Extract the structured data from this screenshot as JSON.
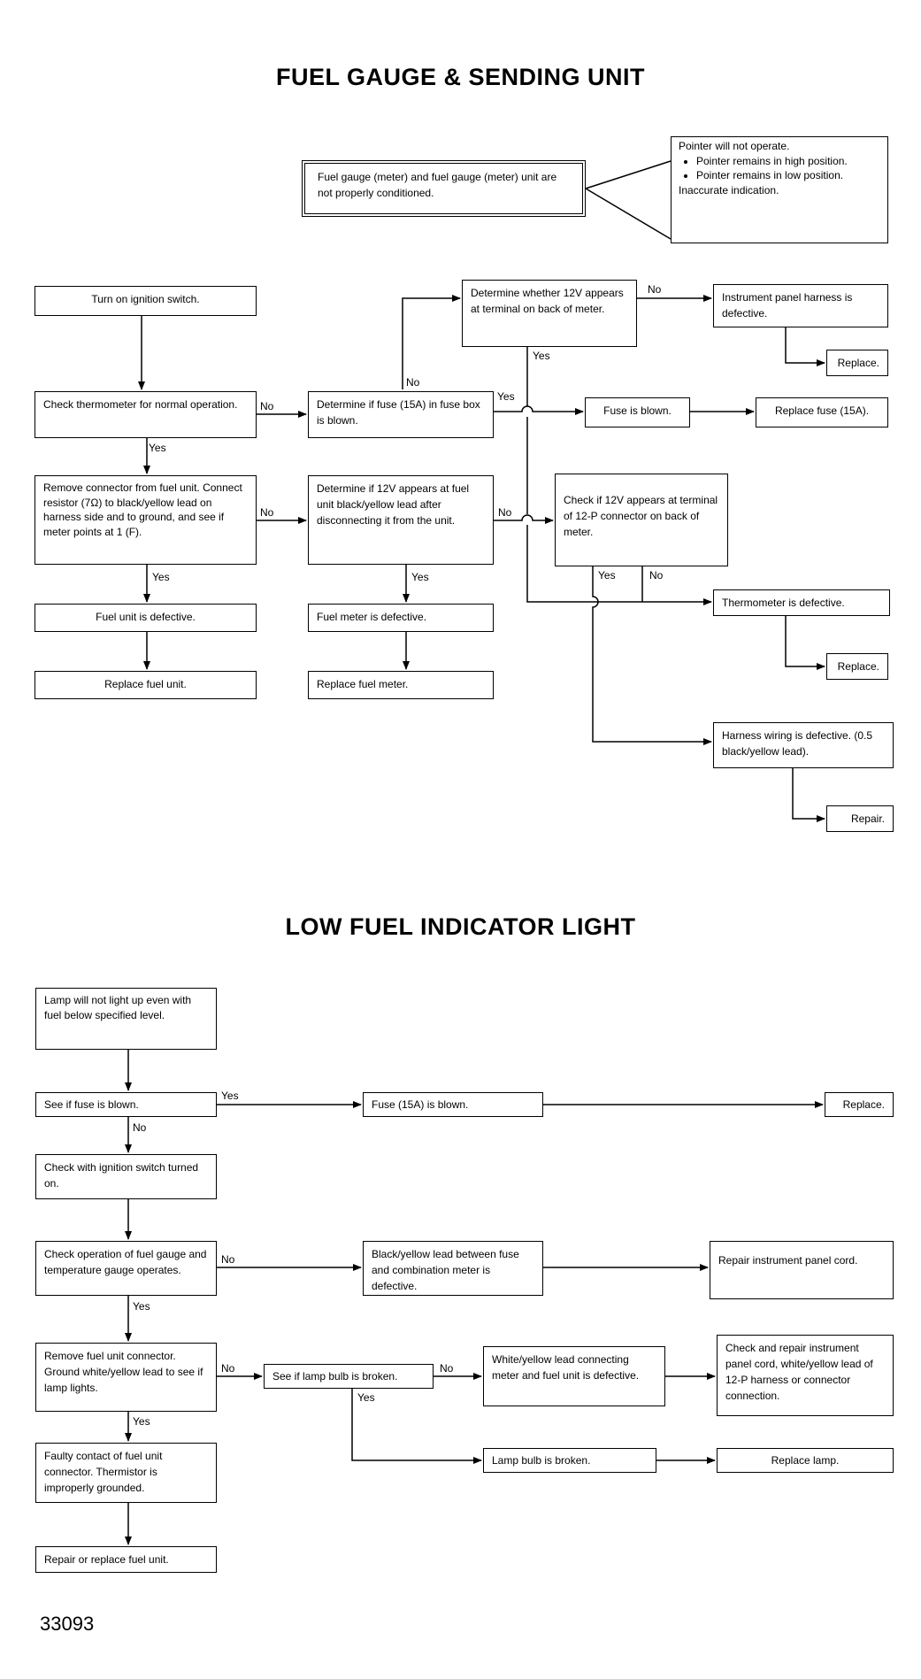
{
  "fuel_gauge": {
    "title": "FUEL GAUGE & SENDING UNIT",
    "summary": "Fuel gauge (meter) and fuel gauge (meter) unit are not properly conditioned.",
    "symptoms": {
      "line1": "Pointer will not operate.",
      "bullets": [
        "Pointer remains in high position.",
        "Pointer remains in low position."
      ],
      "line2": "Inaccurate indication."
    },
    "boxes": {
      "ignition": "Turn on ignition switch.",
      "thermo_check": "Check thermometer for normal operation.",
      "remove_connector": "Remove connector from fuel unit. Connect resistor (7Ω) to black/yellow lead on harness side and to ground, and see if meter points at 1 (F).",
      "fuel_unit_defective": "Fuel unit is defective.",
      "replace_fuel_unit": "Replace fuel unit.",
      "fuse_check": "Determine if fuse (15A) in fuse box is blown.",
      "twelve_v_unit": "Determine if 12V appears at fuel unit black/yellow lead after disconnecting it from the unit.",
      "meter_defective": "Fuel meter is defective.",
      "replace_meter": "Replace fuel meter.",
      "twelve_v_meter": "Determine whether 12V appears at terminal on back of meter.",
      "harness_defective": "Instrument panel harness is defective.",
      "replace_1": "Replace.",
      "fuse_blown": "Fuse is blown.",
      "replace_fuse": "Replace fuse (15A).",
      "twelve_v_connector": "Check if 12V appears at terminal of 12-P connector on back of meter.",
      "thermometer_defective": "Thermometer is defective.",
      "replace_2": "Replace.",
      "wiring_defective": "Harness wiring is defective. (0.5 black/yellow lead).",
      "repair": "Repair."
    }
  },
  "low_fuel": {
    "title": "LOW FUEL INDICATOR LIGHT",
    "boxes": {
      "lamp": "Lamp will not light up even with fuel below specified level.",
      "fuse_check": "See if fuse is blown.",
      "fuse_blown": "Fuse (15A) is blown.",
      "replace_1": "Replace.",
      "ignition": "Check with ignition switch turned on.",
      "gauge_check": "Check operation of fuel gauge and temperature gauge operates.",
      "lead_defective": "Black/yellow lead between fuse and combination meter is defective.",
      "repair_cord": "Repair instrument panel cord.",
      "remove_connector": "Remove fuel unit connector. Ground white/yellow lead to see if lamp lights.",
      "bulb_check": "See if lamp bulb is broken.",
      "wy_lead": "White/yellow lead connecting meter and fuel unit is defective.",
      "check_repair": "Check and repair instrument panel cord, white/yellow lead of 12-P harness or connector connection.",
      "bulb_broken": "Lamp bulb is broken.",
      "replace_lamp": "Replace lamp.",
      "faulty": "Faulty contact of fuel unit connector. Thermistor is improperly grounded.",
      "repair_replace": "Repair or replace fuel unit."
    }
  },
  "labels": {
    "yes": "Yes",
    "no": "No"
  },
  "figure_number": "33093"
}
